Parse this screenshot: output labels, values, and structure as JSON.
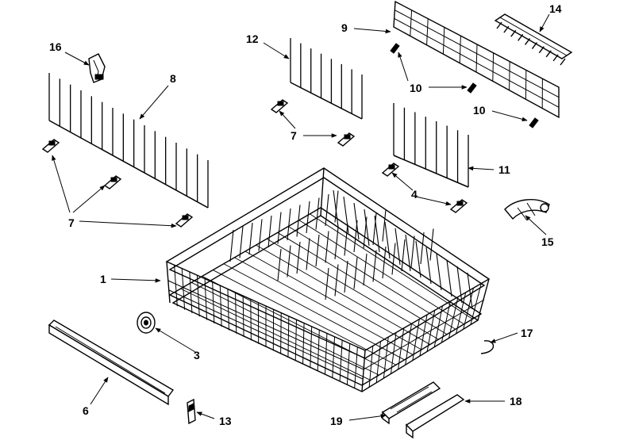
{
  "callouts": {
    "c1": "1",
    "c3": "3",
    "c4": "4",
    "c6": "6",
    "c7a": "7",
    "c7b": "7",
    "c8": "8",
    "c9": "9",
    "c10a": "10",
    "c10b": "10",
    "c11": "11",
    "c12": "12",
    "c13": "13",
    "c14": "14",
    "c15": "15",
    "c16": "16",
    "c17": "17",
    "c18": "18",
    "c19": "19"
  }
}
